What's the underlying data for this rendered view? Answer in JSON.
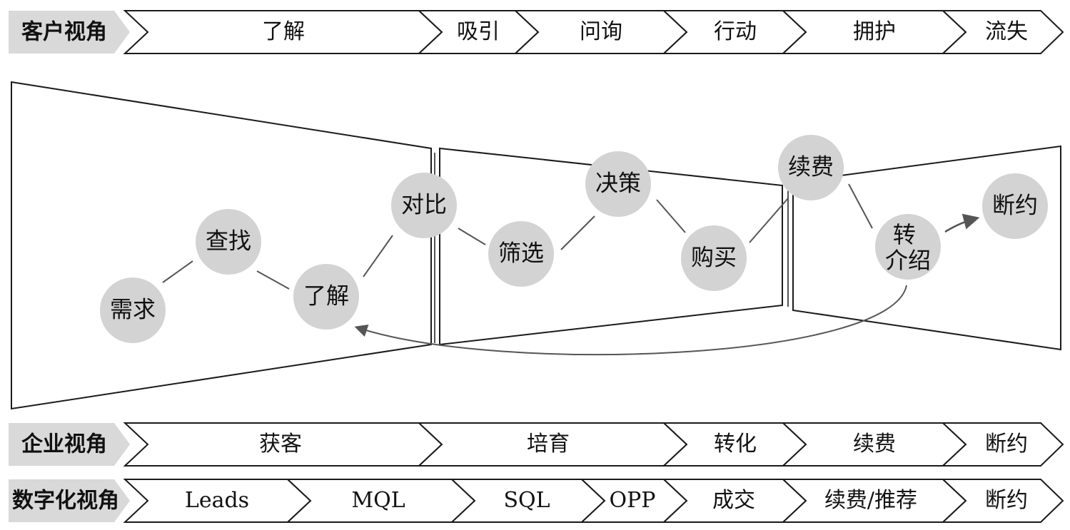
{
  "rows": [
    {
      "tag": "客户视角",
      "items": [
        "了解",
        "吸引",
        "问询",
        "行动",
        "拥护",
        "流失"
      ]
    },
    {
      "tag": "企业视角",
      "items": [
        "获客",
        "培育",
        "转化",
        "续费",
        "断约"
      ]
    },
    {
      "tag": "数字化视角",
      "items": [
        "Leads",
        "MQL",
        "SQL",
        "OPP",
        "成交",
        "续费/推荐",
        "断约"
      ]
    }
  ],
  "nodes": [
    "需求",
    "查找",
    "了解",
    "对比",
    "筛选",
    "决策",
    "购买",
    "续费",
    "转介绍",
    "断约"
  ],
  "colors": {
    "node_fill": "#d3d3d3",
    "tag_fill": "#d9d9d9",
    "stroke": "#1a1a1a",
    "connector": "#555555"
  }
}
